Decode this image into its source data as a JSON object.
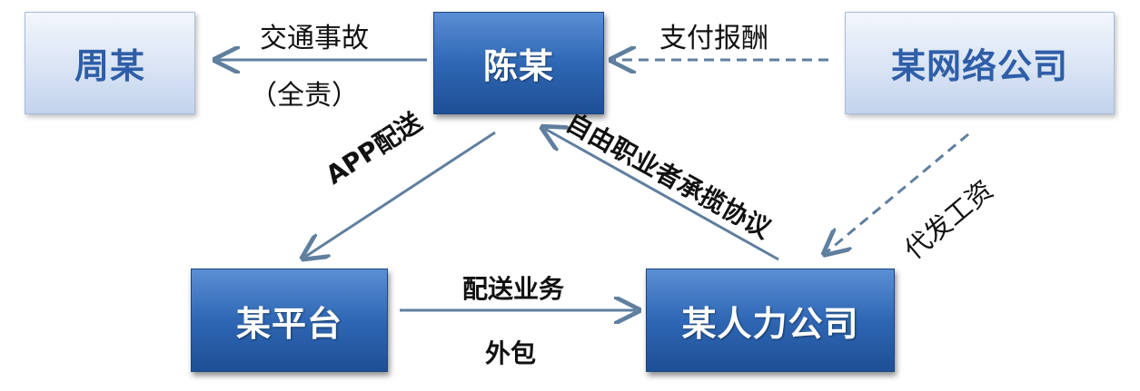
{
  "nodes": {
    "zhou": "周某",
    "chen": "陈某",
    "network_company": "某网络公司",
    "platform": "某平台",
    "hr_company": "某人力公司"
  },
  "edges": {
    "accident_line1": "交通事故",
    "accident_line2": "（全责）",
    "pay_reward": "支付报酬",
    "app_delivery": "APP配送",
    "freelancer_agreement": "自由职业者承揽协议",
    "pay_salary": "代发工资",
    "outsource_line1": "配送业务",
    "outsource_line2": "外包"
  }
}
